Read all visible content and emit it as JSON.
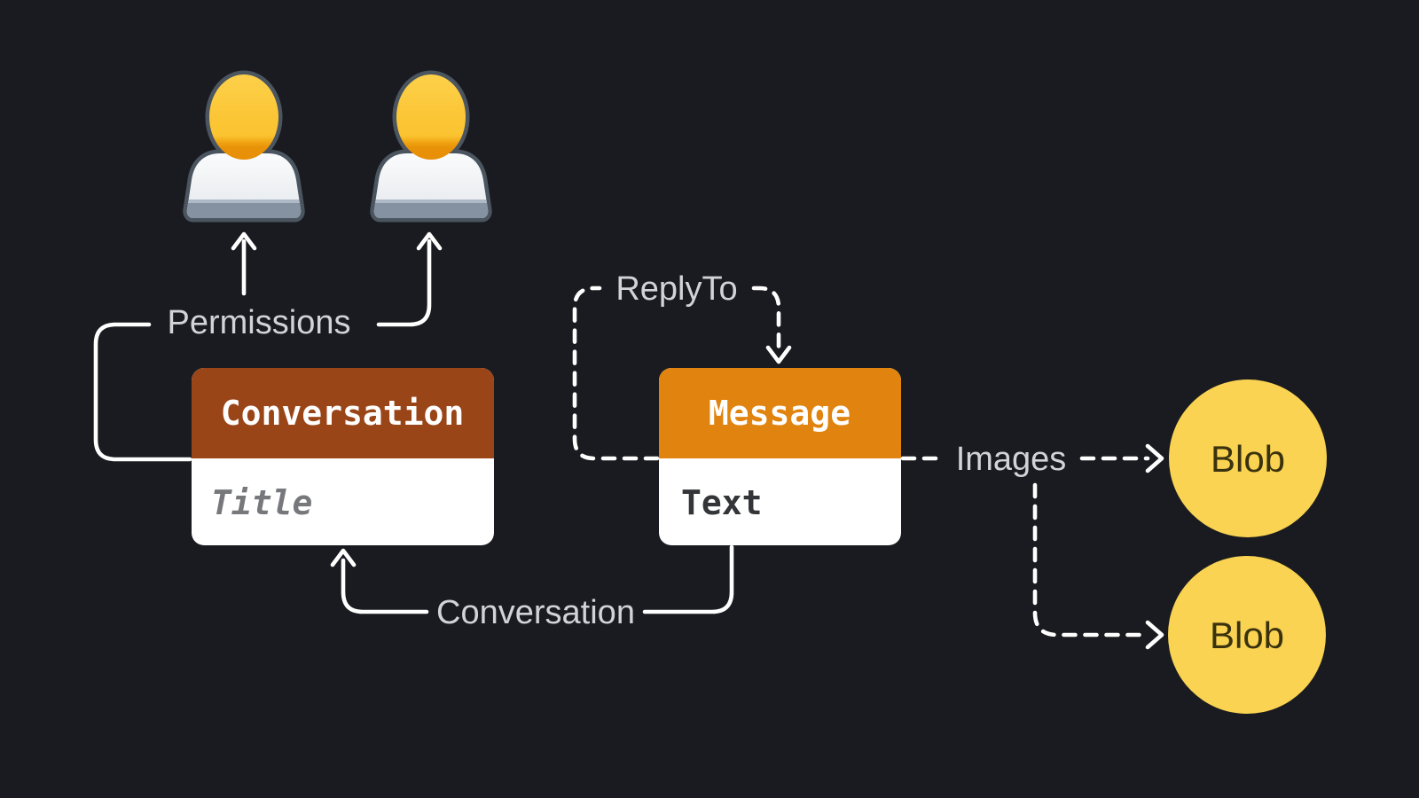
{
  "colors": {
    "background": "#1a1b20",
    "line": "#ffffff",
    "label_text": "#d2d3d6",
    "conversation_header": "#9a4518",
    "message_header": "#e0830f",
    "box_body": "#ffffff",
    "box_title_text": "#ffffff",
    "title_field_text": "#77787c",
    "text_field_text": "#333538",
    "blob_fill": "#f9d351",
    "blob_text": "#3a310e",
    "person_outline": "#4b5560"
  },
  "nodes": {
    "conversation": {
      "title": "Conversation",
      "field": "Title"
    },
    "message": {
      "title": "Message",
      "field": "Text"
    },
    "blob_top": {
      "label": "Blob"
    },
    "blob_bottom": {
      "label": "Blob"
    }
  },
  "edges": {
    "permissions": {
      "label": "Permissions"
    },
    "replyto": {
      "label": "ReplyTo"
    },
    "images": {
      "label": "Images"
    },
    "conversation": {
      "label": "Conversation"
    }
  }
}
